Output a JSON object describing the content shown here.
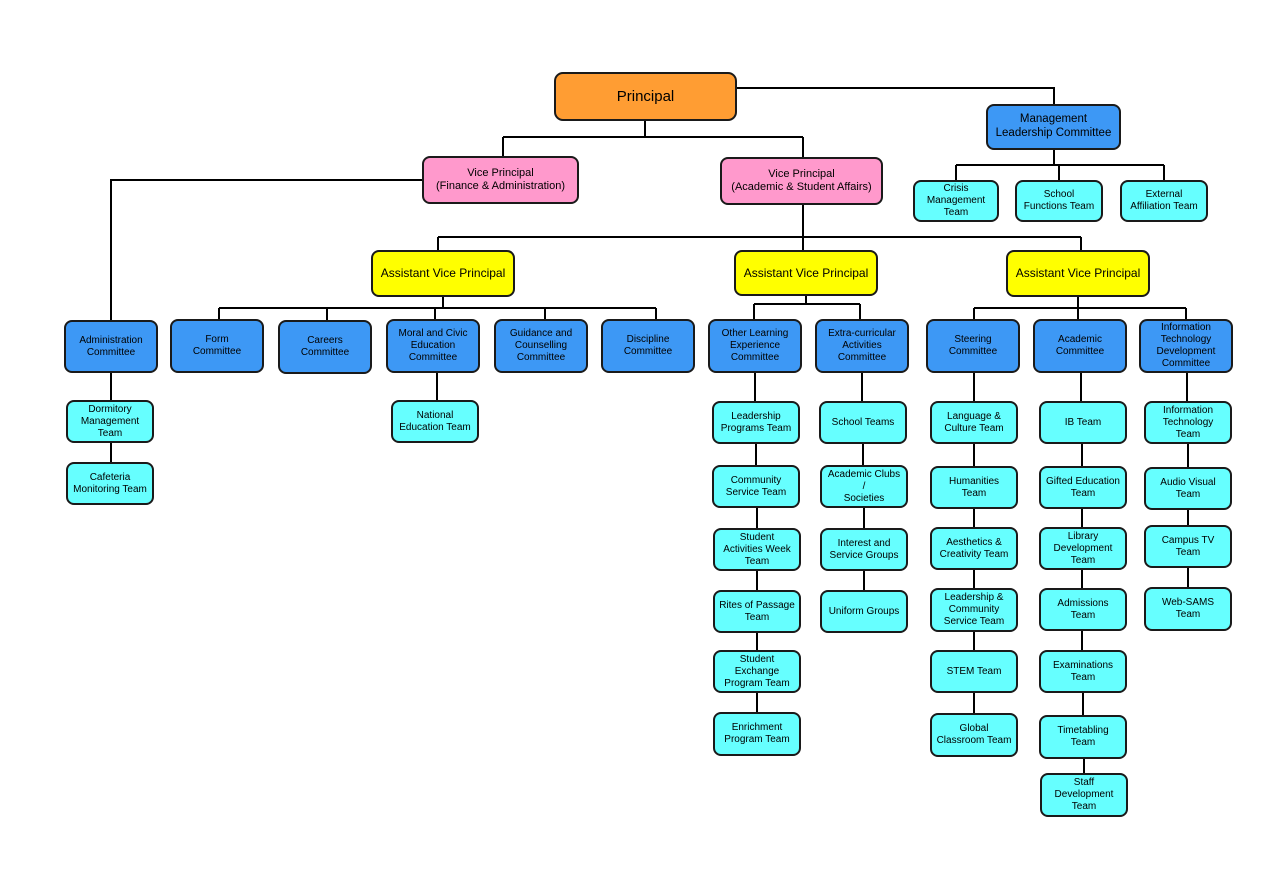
{
  "colors": {
    "principal": "#ff9d33",
    "vice_principal": "#ff99cc",
    "assistant_vice_principal": "#ffff00",
    "committee": "#3d98f5",
    "team": "#66ffff",
    "border": "#1a1a1a",
    "connector": "#000000"
  },
  "nodes": {
    "principal": "Principal",
    "mlc": "Management\nLeadership Committee",
    "crisis": "Crisis\nManagement\nTeam",
    "school_functions": "School\nFunctions Team",
    "external": "External\nAffiliation Team",
    "vp_fin": "Vice Principal\n(Finance & Administration)",
    "vp_acad": "Vice Principal\n(Academic & Student Affairs)",
    "avp1": "Assistant Vice Principal",
    "avp2": "Assistant Vice Principal",
    "avp3": "Assistant Vice Principal",
    "admin": "Administration\nCommittee",
    "dormitory": "Dormitory\nManagement\nTeam",
    "cafeteria": "Cafeteria\nMonitoring Team",
    "form": "Form\nCommittee",
    "careers": "Careers\nCommittee",
    "moral": "Moral and Civic\nEducation\nCommittee",
    "national": "National\nEducation Team",
    "guidance": "Guidance and\nCounselling\nCommittee",
    "discipline": "Discipline\nCommittee",
    "ole": "Other Learning\nExperience\nCommittee",
    "leadership_prog": "Leadership\nPrograms Team",
    "community": "Community\nService Team",
    "activities_week": "Student\nActivities Week\nTeam",
    "rites": "Rites of Passage\nTeam",
    "exchange": "Student Exchange\nProgram Team",
    "enrichment": "Enrichment\nProgram Team",
    "eca": "Extra-curricular\nActivities\nCommittee",
    "school_teams": "School Teams",
    "clubs": "Academic Clubs /\nSocieties",
    "interest": "Interest and\nService Groups",
    "uniform": "Uniform Groups",
    "steering": "Steering\nCommittee",
    "language": "Language &\nCulture Team",
    "humanities": "Humanities\nTeam",
    "aesthetics": "Aesthetics &\nCreativity Team",
    "leadership_comm": "Leadership &\nCommunity\nService Team",
    "stem": "STEM Team",
    "global": "Global\nClassroom Team",
    "academic": "Academic\nCommittee",
    "ib": "IB Team",
    "gifted": "Gifted Education\nTeam",
    "library": "Library\nDevelopment\nTeam",
    "admissions": "Admissions Team",
    "exams": "Examinations\nTeam",
    "timetabling": "Timetabling\nTeam",
    "staff_dev": "Staff\nDevelopment\nTeam",
    "itdc": "Information\nTechnology\nDevelopment\nCommittee",
    "it_team": "Information\nTechnology\nTeam",
    "av": "Audio Visual\nTeam",
    "campus_tv": "Campus TV\nTeam",
    "websams": "Web-SAMS\nTeam"
  }
}
